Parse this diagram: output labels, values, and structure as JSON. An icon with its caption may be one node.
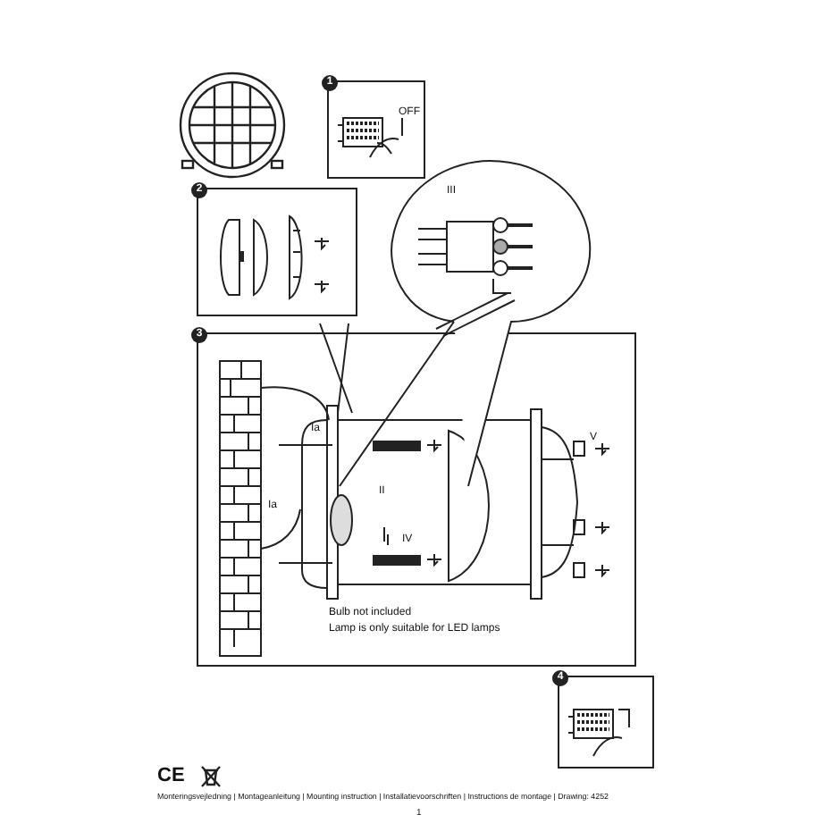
{
  "diagram": {
    "nodes": [
      {
        "text": [
          "1",
          "OFF"
        ]
      },
      {
        "text": [
          "2"
        ]
      },
      {
        "text": [
          "III"
        ]
      },
      {
        "text": [
          "3",
          "Ia",
          "Ia",
          "II",
          "IV",
          "V",
          "Bulb not included",
          "Lamp is only suitable for LED lamps"
        ]
      },
      {
        "text": [
          "4"
        ]
      }
    ],
    "labels": [
      "CE",
      "Monteringsvejledning | Montageanleitung | Mounting instruction | Installatievoorschriften | Instructions de montage | Drawing: 4252",
      "1"
    ]
  }
}
